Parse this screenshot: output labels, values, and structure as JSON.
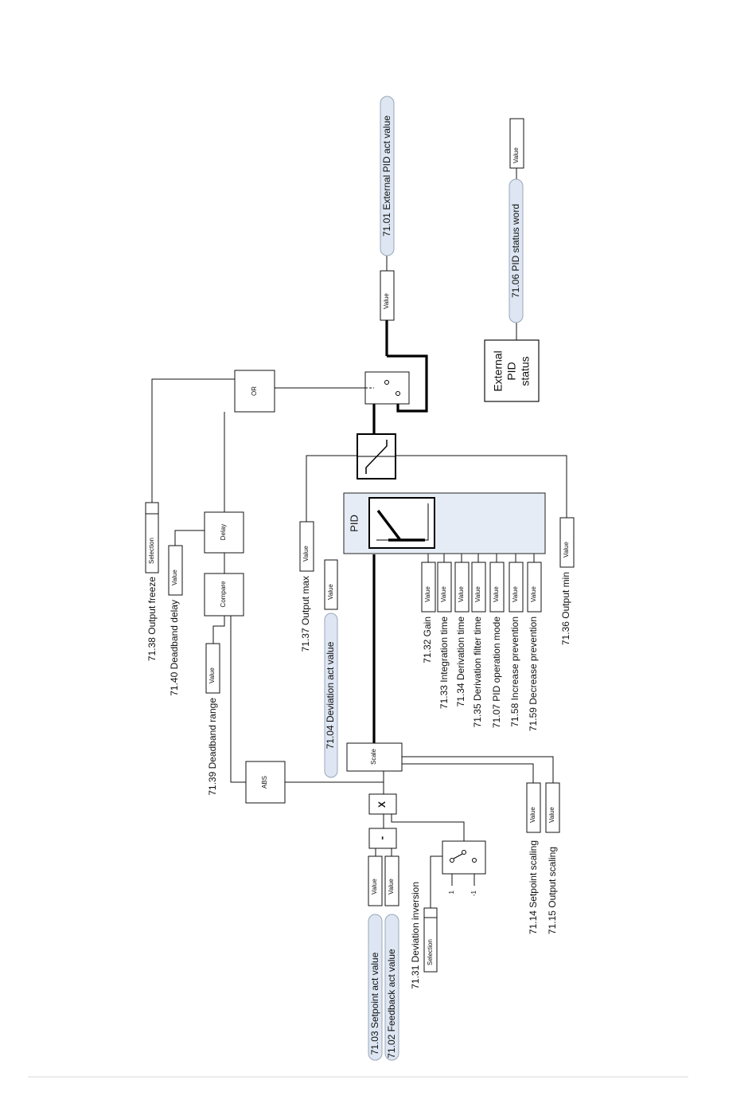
{
  "signals": {
    "setpoint_act": "71.03 Setpoint act value",
    "feedback_act": "71.02 Feedback act value",
    "deviation_act": "71.04 Deviation act value",
    "external_pid_act": "71.01 External PID act value",
    "pid_status_word": "71.06 PID status word"
  },
  "params": {
    "output_freeze": "71.38 Output freeze",
    "deadband_delay": "71.40 Deadband delay",
    "deadband_range": "71.39 Deadband range",
    "output_max": "71.37 Output max",
    "output_min": "71.36 Output min",
    "gain": "71.32 Gain",
    "integration_time": "71.33 Integration time",
    "derivation_time": "71.34 Derivation time",
    "derivation_filter_time": "71.35 Derivation filter time",
    "pid_operation_mode": "71.07 PID operation mode",
    "increase_prevention": "71.58 Increase prevention",
    "decrease_prevention": "71.59 Decrease prevention",
    "deviation_inversion": "71.31 Deviation inversion",
    "setpoint_scaling": "71.14 Setpoint scaling",
    "output_scaling": "71.15 Output scaling"
  },
  "blocks": {
    "or": "OR",
    "delay": "Delay",
    "compare": "Compare",
    "abs": "ABS",
    "scale": "Scale",
    "pid": "PID",
    "multiply": "X",
    "subtract": "-",
    "external_pid_status": [
      "External",
      "PID",
      "status"
    ]
  },
  "tags": {
    "value": "Value",
    "selection": "Selection"
  },
  "switch_inputs": {
    "positive": "1",
    "negative": "-1"
  }
}
